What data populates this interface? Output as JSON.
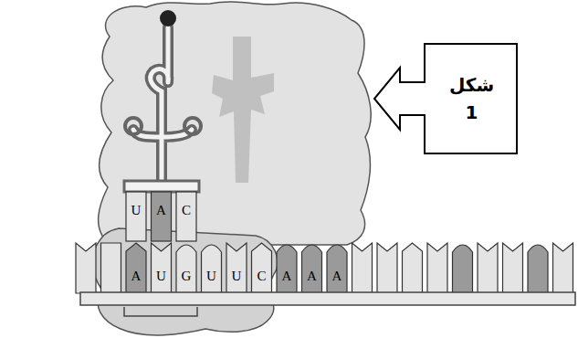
{
  "diagram": {
    "nodes": [
      {
        "text": [
          "شكل 1"
        ]
      }
    ],
    "labels": [
      "U",
      "A",
      "C",
      "A",
      "U",
      "G",
      "U",
      "U",
      "C",
      "A",
      "A",
      "A"
    ]
  }
}
